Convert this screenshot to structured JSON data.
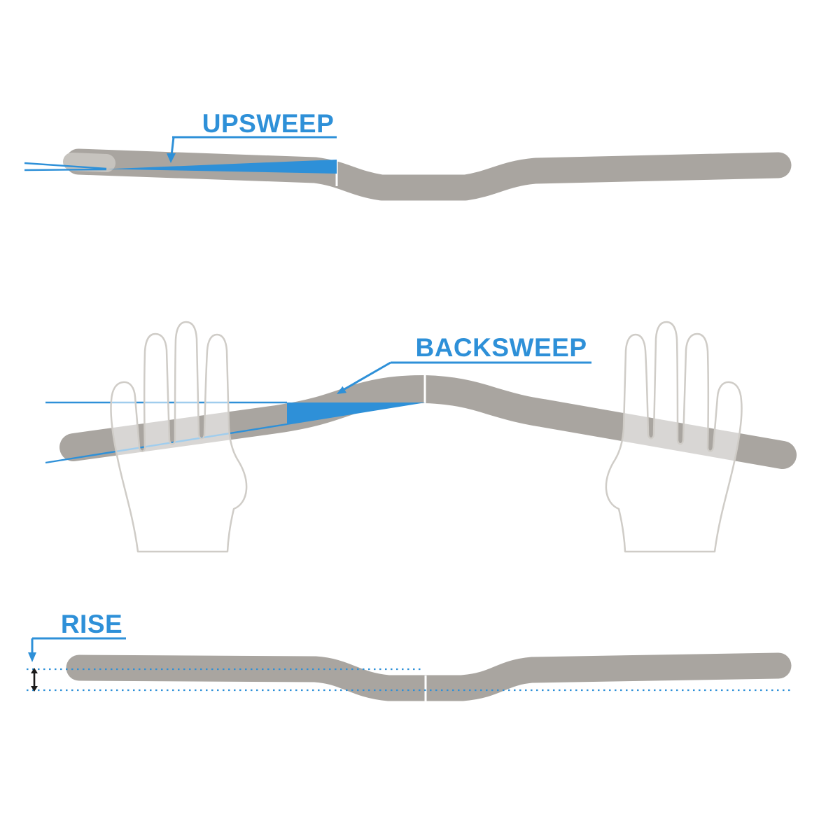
{
  "labels": {
    "upsweep": "UPSWEEP",
    "backsweep": "BACKSWEEP",
    "rise": "RISE"
  },
  "colors": {
    "accent": "#2e90d8",
    "bar": "#a9a5a0",
    "grip": "#c6c3be",
    "hand": "#cfccc7",
    "ink": "#1a1a1a",
    "bg": "#ffffff"
  }
}
